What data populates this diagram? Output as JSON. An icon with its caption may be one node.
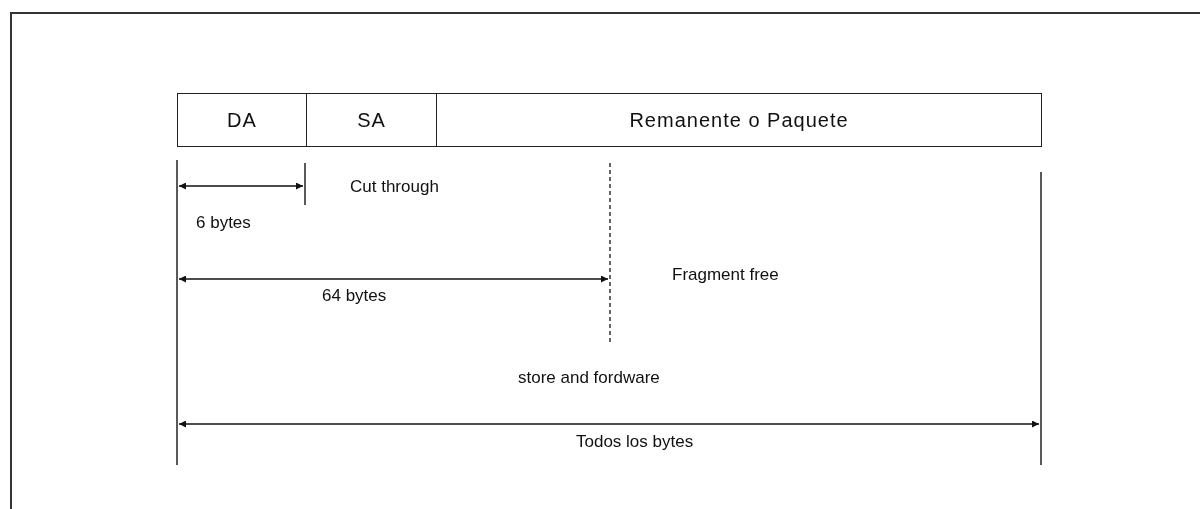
{
  "diagram": {
    "nodes": [
      {
        "text": [
          "DA"
        ]
      },
      {
        "text": [
          "SA"
        ]
      },
      {
        "text": [
          "Remanente o Paquete"
        ]
      }
    ],
    "edges": [],
    "labels": [
      "Cut through",
      "6 bytes",
      "Fragment free",
      "64 bytes",
      "store and fordware",
      "Todos los bytes"
    ]
  }
}
